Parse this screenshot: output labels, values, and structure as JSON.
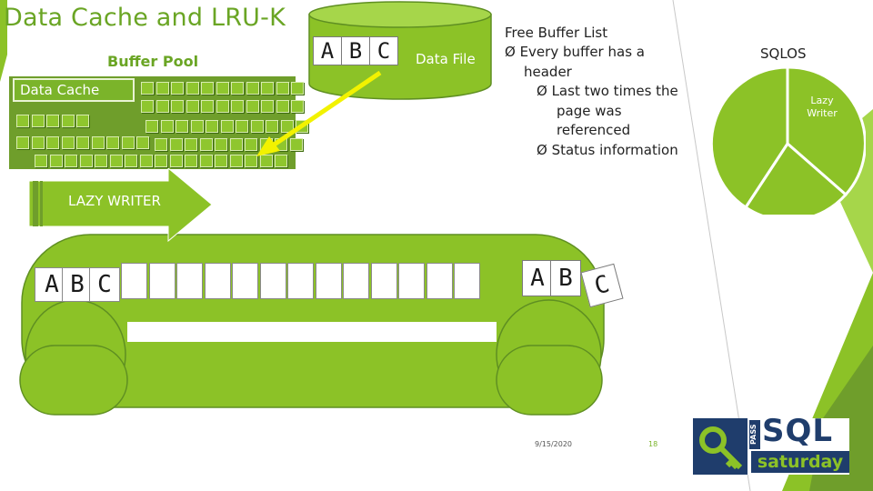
{
  "slide": {
    "title": "Data Cache and LRU-K",
    "buffer_pool_label": "Buffer Pool",
    "data_cache_label": "Data Cache",
    "data_file_label": "Data File",
    "disk_abc": [
      "A",
      "B",
      "C"
    ],
    "free_buffer_list": {
      "heading": "Free Buffer List",
      "lines": [
        "Ø  Every buffer has a",
        "header",
        "Ø  Last two times the",
        "page was",
        "referenced",
        "Ø  Status information"
      ]
    },
    "sqlos": {
      "label": "SQLOS",
      "slice_label": "Lazy Writer"
    },
    "lazy_writer_arrow_label": "LAZY WRITER",
    "conveyor_abc": [
      "A",
      "B",
      "C"
    ],
    "exiting_abc": [
      "A",
      "B",
      "C"
    ],
    "footer": {
      "date": "9/15/2020",
      "page_number": "18"
    },
    "logo": {
      "pass": "PASS",
      "sql": "SQL",
      "saturday": "saturday"
    },
    "colors": {
      "green_dark": "#6f9e2b",
      "green_main": "#8cc227",
      "green_light": "#a6d64a",
      "title_green": "#6aa524",
      "arrow_yellow": "#f2f200",
      "logo_navy": "#1f3d6c"
    }
  }
}
